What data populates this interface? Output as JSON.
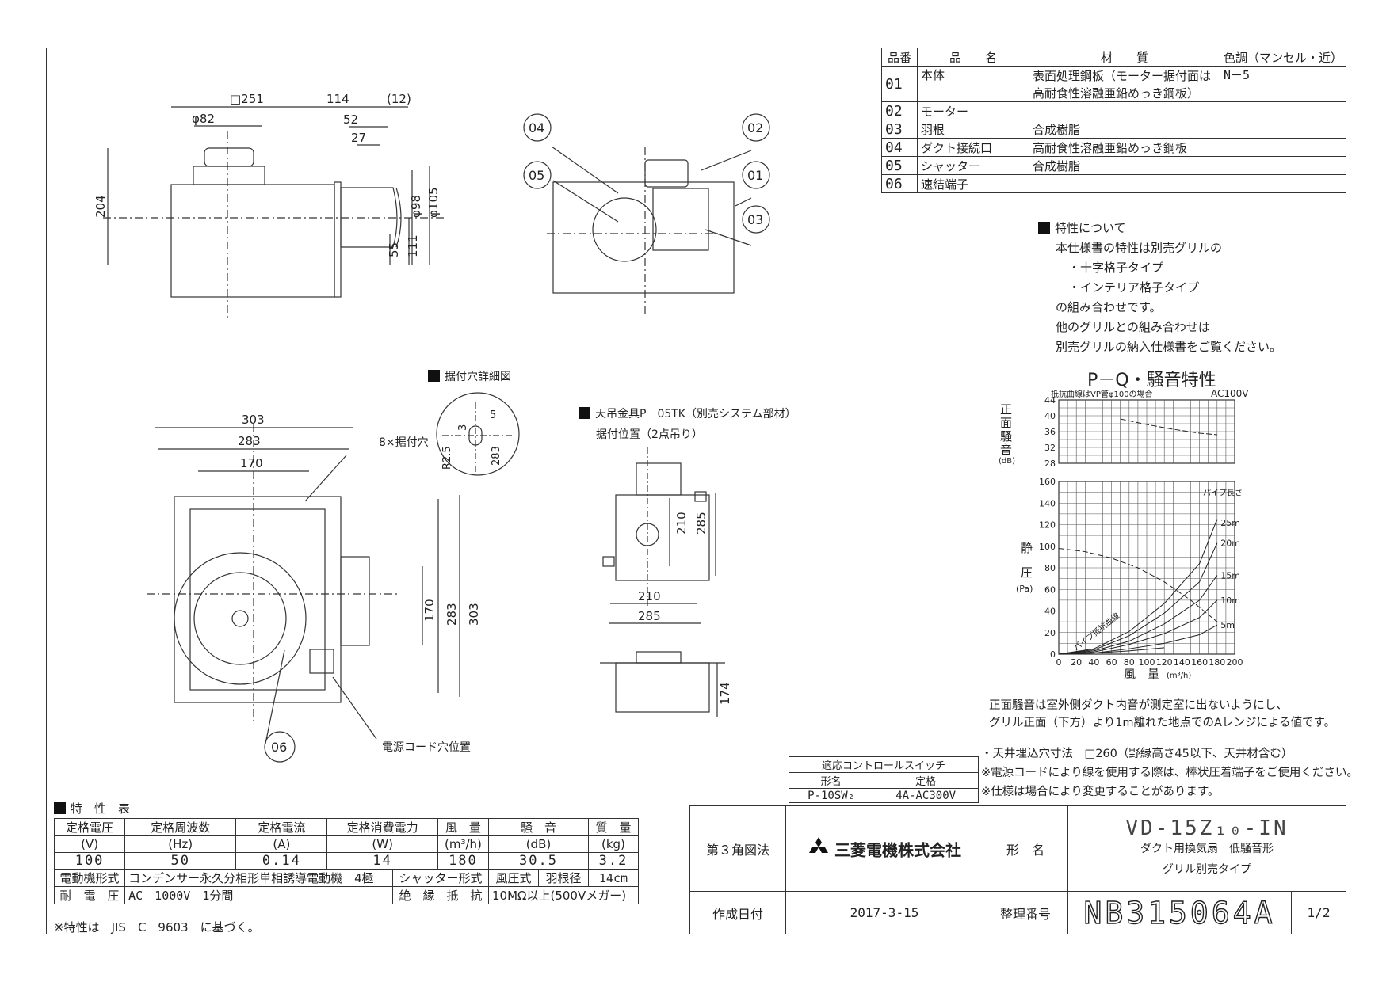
{
  "parts_table": {
    "headers": [
      "品番",
      "品　　名",
      "材　　質",
      "色調（マンセル・近）"
    ],
    "rows": [
      {
        "no": "01",
        "name": "本体",
        "material": "表面処理鋼板（モーター据付面は",
        "material2": "高耐食性溶融亜鉛めっき鋼板）",
        "color": "N－5"
      },
      {
        "no": "02",
        "name": "モーター",
        "material": "",
        "color": ""
      },
      {
        "no": "03",
        "name": "羽根",
        "material": "合成樹脂",
        "color": ""
      },
      {
        "no": "04",
        "name": "ダクト接続口",
        "material": "高耐食性溶融亜鉛めっき鋼板",
        "color": ""
      },
      {
        "no": "05",
        "name": "シャッター",
        "material": "合成樹脂",
        "color": ""
      },
      {
        "no": "06",
        "name": "速結端子",
        "material": "",
        "color": ""
      }
    ]
  },
  "characteristics_note": {
    "heading": "特性について",
    "lines": [
      "本仕様書の特性は別売グリルの",
      "・十字格子タイプ",
      "・インテリア格子タイプ",
      "の組み合わせです。",
      "他のグリルとの組み合わせは",
      "別売グリルの納入仕様書をご覧ください。"
    ]
  },
  "chart_data": [
    {
      "type": "line",
      "title": "P－Q・騒音特性",
      "subtitle_left": "抵抗曲線はVP管φ100の場合",
      "subtitle_right": "AC100V",
      "ylabel": "正面騒音",
      "yunit": "(dB)",
      "ylim": [
        28,
        44
      ],
      "yticks": [
        28,
        32,
        36,
        40,
        44
      ],
      "xlim": [
        0,
        200
      ],
      "series": [
        {
          "x": [
            70,
            100,
            130,
            160,
            180
          ],
          "y": [
            39.2,
            37.8,
            36.6,
            35.6,
            35.2
          ]
        }
      ]
    },
    {
      "type": "line",
      "ylabel_top": "静",
      "ylabel_bottom": "圧",
      "yunit": "(Pa)",
      "xlabel": "風　量",
      "xunit": "(m³/h)",
      "ylim": [
        0,
        160
      ],
      "yticks": [
        0,
        20,
        40,
        60,
        80,
        100,
        120,
        140,
        160
      ],
      "xlim": [
        0,
        200
      ],
      "xticks": [
        0,
        20,
        40,
        60,
        80,
        100,
        120,
        140,
        160,
        180,
        200
      ],
      "pipe_header": "パイプ長さ",
      "fan_curve": {
        "x": [
          0,
          30,
          60,
          90,
          120,
          150,
          180
        ],
        "y": [
          98,
          95,
          89,
          80,
          67,
          50,
          30
        ]
      },
      "resistance_curves": [
        {
          "label": "25m",
          "x": [
            0,
            40,
            80,
            120,
            160,
            180
          ],
          "y": [
            0,
            5,
            21,
            47,
            84,
            125
          ]
        },
        {
          "label": "20m",
          "x": [
            0,
            40,
            80,
            120,
            160,
            180
          ],
          "y": [
            0,
            4,
            17,
            38,
            67,
            103
          ]
        },
        {
          "label": "15m",
          "x": [
            0,
            40,
            80,
            120,
            160,
            180
          ],
          "y": [
            0,
            3,
            12,
            28,
            50,
            73
          ]
        },
        {
          "label": "10m",
          "x": [
            0,
            40,
            80,
            120,
            160,
            180
          ],
          "y": [
            0,
            2,
            9,
            19,
            34,
            50
          ]
        },
        {
          "label": "5m",
          "x": [
            0,
            40,
            80,
            120,
            160,
            180
          ],
          "y": [
            0,
            1,
            5,
            10,
            18,
            27
          ]
        },
        {
          "label": "パイプ抵抗曲線",
          "x": [
            0,
            40,
            80,
            120
          ],
          "y": [
            0,
            1,
            3,
            6
          ]
        }
      ]
    }
  ],
  "noise_note": [
    "正面騒音は室外側ダクト内音が測定室に出ないようにし、",
    "グリル正面（下方）より1m離れた地点でのAレンジによる値です。"
  ],
  "remarks": [
    "・天井埋込穴寸法　□260（野縁高さ45以下、天井材含む）",
    "※電源コードにより線を使用する際は、棒状圧着端子をご使用ください。",
    "※仕様は場合により変更することがあります。"
  ],
  "control_switch": {
    "title": "適応コントロールスイッチ",
    "col1": "形名",
    "col2": "定格",
    "model": "P-10SW₂",
    "rating": "4A-AC300V"
  },
  "spec_table": {
    "title": "特　性　表",
    "headers": [
      "定格電圧",
      "定格周波数",
      "定格電流",
      "定格消費電力",
      "風　量",
      "騒　音",
      "質　量"
    ],
    "units": [
      "(V)",
      "(Hz)",
      "(A)",
      "(W)",
      "(m³/h)",
      "(dB)",
      "(kg)"
    ],
    "values": [
      "100",
      "50",
      "0.14",
      "14",
      "180",
      "30.5",
      "3.2"
    ],
    "motor_label": "電動機形式",
    "motor_value": "コンデンサー永久分相形単相誘導電動機　4極",
    "shutter_label": "シャッター形式",
    "shutter_value": "風圧式",
    "blade_label": "羽根径",
    "blade_value": "14cm",
    "voltage_label": "耐　電　圧",
    "voltage_value": "AC　1000V　1分間",
    "insulation_label": "絶　縁　抵　抗",
    "insulation_value": "10MΩ以上(500Vメガー)",
    "footnote": "※特性は　JIS　C　9603　に基づく。"
  },
  "title_block": {
    "projection": "第３角図法",
    "company": "三菱電機株式会社",
    "model_label": "形　名",
    "model": "VD-15Z₁₀-IN",
    "desc1": "ダクト用換気扇　低騒音形",
    "desc2": "グリル別売タイプ",
    "date_label": "作成日付",
    "date": "2017-3-15",
    "docno_label": "整理番号",
    "docno": "NB315064A",
    "page": "1/2"
  },
  "drawing_labels": {
    "mount_hole_title": "据付穴詳細図",
    "hanger_title": "天吊金具P－05TK（別売システム部材）",
    "hanger_sub": "据付位置（2点吊り）",
    "mount_holes": "8×据付穴",
    "cord_hole": "電源コード穴位置",
    "balloons": [
      "04",
      "05",
      "02",
      "01",
      "03",
      "06"
    ],
    "dims_side": [
      "□251",
      "114",
      "(12)",
      "φ82",
      "52",
      "27",
      "204",
      "φ98",
      "φ105",
      "55",
      "111"
    ],
    "dims_plan": [
      "303",
      "283",
      "170",
      "170",
      "283",
      "303"
    ],
    "dims_detail": [
      "5",
      "3",
      "R2.5",
      "283"
    ],
    "dims_hanger": [
      "210",
      "285",
      "210",
      "285",
      "174"
    ]
  }
}
